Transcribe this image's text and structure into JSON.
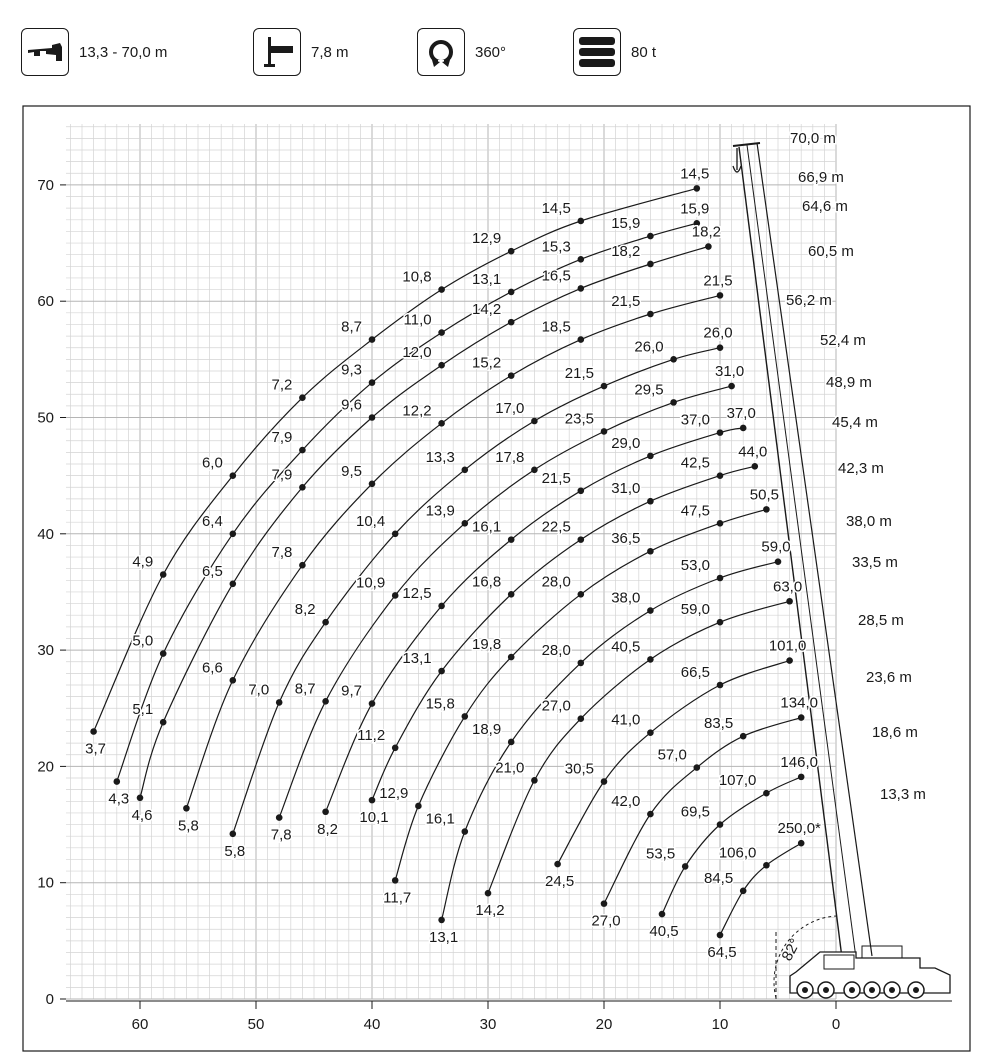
{
  "header": {
    "specs": [
      {
        "icon": "telescopic-boom-icon",
        "label": "13,3 - 70,0 m"
      },
      {
        "icon": "outrigger-icon",
        "label": "7,8 m"
      },
      {
        "icon": "rotation-360-icon",
        "label": "360°"
      },
      {
        "icon": "counterweight-icon",
        "label": "80 t"
      }
    ]
  },
  "chart_data": {
    "type": "line",
    "title": "",
    "xlabel": "",
    "ylabel": "",
    "xlim": [
      65,
      -2
    ],
    "ylim": [
      0,
      75
    ],
    "x_ticks": [
      "60",
      "50",
      "40",
      "30",
      "20",
      "10",
      "0"
    ],
    "y_ticks": [
      "0",
      "10",
      "20",
      "30",
      "40",
      "50",
      "60",
      "70"
    ],
    "grid": true,
    "boom_angle_label": "82°",
    "boom_lengths": [
      "70,0 m",
      "66,9 m",
      "64,6 m",
      "60,5 m",
      "56,2 m",
      "52,4 m",
      "48,9 m",
      "45,4 m",
      "42,3 m",
      "38,0 m",
      "33,5 m",
      "28,5 m",
      "23,6 m",
      "18,6 m",
      "13,3 m"
    ],
    "series": [
      {
        "boom": "70,0 m",
        "points": [
          {
            "x": 64,
            "y": 23,
            "label": "3,7"
          },
          {
            "x": 58,
            "y": 36.5,
            "label": "4,9"
          },
          {
            "x": 52,
            "y": 45,
            "label": "6,0"
          },
          {
            "x": 46,
            "y": 51.7,
            "label": "7,2"
          },
          {
            "x": 40,
            "y": 56.7,
            "label": "8,7"
          },
          {
            "x": 34,
            "y": 61,
            "label": "10,8"
          },
          {
            "x": 28,
            "y": 64.3,
            "label": "12,9"
          },
          {
            "x": 22,
            "y": 66.9,
            "label": "14,5"
          },
          {
            "x": 12,
            "y": 69.7,
            "label": "14,5"
          }
        ]
      },
      {
        "boom": "66,9 m",
        "points": [
          {
            "x": 62,
            "y": 18.7,
            "label": "4,3"
          },
          {
            "x": 58,
            "y": 29.7,
            "label": "5,0"
          },
          {
            "x": 52,
            "y": 40,
            "label": "6,4"
          },
          {
            "x": 46,
            "y": 47.2,
            "label": "7,9"
          },
          {
            "x": 40,
            "y": 53,
            "label": "9,3"
          },
          {
            "x": 34,
            "y": 57.3,
            "label": "11,0"
          },
          {
            "x": 28,
            "y": 60.8,
            "label": "13,1"
          },
          {
            "x": 22,
            "y": 63.6,
            "label": "15,3"
          },
          {
            "x": 16,
            "y": 65.6,
            "label": "15,9"
          },
          {
            "x": 12,
            "y": 66.7,
            "label": "15,9"
          }
        ]
      },
      {
        "boom": "64,6 m",
        "points": [
          {
            "x": 60,
            "y": 17.3,
            "label": "4,6"
          },
          {
            "x": 58,
            "y": 23.8,
            "label": "5,1"
          },
          {
            "x": 52,
            "y": 35.7,
            "label": "6,5"
          },
          {
            "x": 46,
            "y": 44,
            "label": "7,9"
          },
          {
            "x": 40,
            "y": 50,
            "label": "9,6"
          },
          {
            "x": 34,
            "y": 54.5,
            "label": "12,0"
          },
          {
            "x": 28,
            "y": 58.2,
            "label": "14,2"
          },
          {
            "x": 22,
            "y": 61.1,
            "label": "16,5"
          },
          {
            "x": 16,
            "y": 63.2,
            "label": "18,2"
          },
          {
            "x": 11,
            "y": 64.7,
            "label": "18,2"
          }
        ]
      },
      {
        "boom": "60,5 m",
        "points": [
          {
            "x": 56,
            "y": 16.4,
            "label": "5,8"
          },
          {
            "x": 52,
            "y": 27.4,
            "label": "6,6"
          },
          {
            "x": 46,
            "y": 37.3,
            "label": "7,8"
          },
          {
            "x": 40,
            "y": 44.3,
            "label": "9,5"
          },
          {
            "x": 34,
            "y": 49.5,
            "label": "12,2"
          },
          {
            "x": 28,
            "y": 53.6,
            "label": "15,2"
          },
          {
            "x": 22,
            "y": 56.7,
            "label": "18,5"
          },
          {
            "x": 16,
            "y": 58.9,
            "label": "21,5"
          },
          {
            "x": 10,
            "y": 60.5,
            "label": "21,5"
          }
        ]
      },
      {
        "boom": "56,2 m",
        "points": [
          {
            "x": 52,
            "y": 14.2,
            "label": "5,8"
          },
          {
            "x": 48,
            "y": 25.5,
            "label": "7,0"
          },
          {
            "x": 44,
            "y": 32.4,
            "label": "8,2"
          },
          {
            "x": 38,
            "y": 40,
            "label": "10,4"
          },
          {
            "x": 32,
            "y": 45.5,
            "label": "13,3"
          },
          {
            "x": 26,
            "y": 49.7,
            "label": "17,0"
          },
          {
            "x": 20,
            "y": 52.7,
            "label": "21,5"
          },
          {
            "x": 14,
            "y": 55,
            "label": "26,0"
          },
          {
            "x": 10,
            "y": 56,
            "label": "26,0"
          }
        ]
      },
      {
        "boom": "52,4 m",
        "points": [
          {
            "x": 48,
            "y": 15.6,
            "label": "7,8"
          },
          {
            "x": 44,
            "y": 25.6,
            "label": "8,7"
          },
          {
            "x": 38,
            "y": 34.7,
            "label": "10,9"
          },
          {
            "x": 32,
            "y": 40.9,
            "label": "13,9"
          },
          {
            "x": 26,
            "y": 45.5,
            "label": "17,8"
          },
          {
            "x": 20,
            "y": 48.8,
            "label": "23,5"
          },
          {
            "x": 14,
            "y": 51.3,
            "label": "29,5"
          },
          {
            "x": 9,
            "y": 52.7,
            "label": "31,0"
          }
        ]
      },
      {
        "boom": "48,9 m",
        "points": [
          {
            "x": 44,
            "y": 16.1,
            "label": "8,2"
          },
          {
            "x": 40,
            "y": 25.4,
            "label": "9,7"
          },
          {
            "x": 34,
            "y": 33.8,
            "label": "12,5"
          },
          {
            "x": 28,
            "y": 39.5,
            "label": "16,1"
          },
          {
            "x": 22,
            "y": 43.7,
            "label": "21,5"
          },
          {
            "x": 16,
            "y": 46.7,
            "label": "29,0"
          },
          {
            "x": 10,
            "y": 48.7,
            "label": "37,0"
          },
          {
            "x": 8,
            "y": 49.1,
            "label": "37,0"
          }
        ]
      },
      {
        "boom": "45,4 m",
        "points": [
          {
            "x": 40,
            "y": 17.1,
            "label": "10,1"
          },
          {
            "x": 38,
            "y": 21.6,
            "label": "11,2"
          },
          {
            "x": 34,
            "y": 28.2,
            "label": "13,1"
          },
          {
            "x": 28,
            "y": 34.8,
            "label": "16,8"
          },
          {
            "x": 22,
            "y": 39.5,
            "label": "22,5"
          },
          {
            "x": 16,
            "y": 42.8,
            "label": "31,0"
          },
          {
            "x": 10,
            "y": 45,
            "label": "42,5"
          },
          {
            "x": 7,
            "y": 45.8,
            "label": "44,0"
          }
        ]
      },
      {
        "boom": "42,3 m",
        "points": [
          {
            "x": 38,
            "y": 10.2,
            "label": "11,7"
          },
          {
            "x": 36,
            "y": 16.6,
            "label": "12,9"
          },
          {
            "x": 32,
            "y": 24.3,
            "label": "15,8"
          },
          {
            "x": 28,
            "y": 29.4,
            "label": "19,8"
          },
          {
            "x": 22,
            "y": 34.8,
            "label": "28,0"
          },
          {
            "x": 16,
            "y": 38.5,
            "label": "36,5"
          },
          {
            "x": 10,
            "y": 40.9,
            "label": "47,5"
          },
          {
            "x": 6,
            "y": 42.1,
            "label": "50,5"
          }
        ]
      },
      {
        "boom": "38,0 m",
        "points": [
          {
            "x": 34,
            "y": 6.8,
            "label": "13,1"
          },
          {
            "x": 32,
            "y": 14.4,
            "label": "16,1"
          },
          {
            "x": 28,
            "y": 22.1,
            "label": "18,9"
          },
          {
            "x": 22,
            "y": 28.9,
            "label": "28,0"
          },
          {
            "x": 16,
            "y": 33.4,
            "label": "38,0"
          },
          {
            "x": 10,
            "y": 36.2,
            "label": "53,0"
          },
          {
            "x": 5,
            "y": 37.6,
            "label": "59,0"
          }
        ]
      },
      {
        "boom": "33,5 m",
        "points": [
          {
            "x": 30,
            "y": 9.1,
            "label": "14,2"
          },
          {
            "x": 26,
            "y": 18.8,
            "label": "21,0"
          },
          {
            "x": 22,
            "y": 24.1,
            "label": "27,0"
          },
          {
            "x": 16,
            "y": 29.2,
            "label": "40,5"
          },
          {
            "x": 10,
            "y": 32.4,
            "label": "59,0"
          },
          {
            "x": 4,
            "y": 34.2,
            "label": "63,0"
          }
        ]
      },
      {
        "boom": "28,5 m",
        "points": [
          {
            "x": 24,
            "y": 11.6,
            "label": "24,5"
          },
          {
            "x": 20,
            "y": 18.7,
            "label": "30,5"
          },
          {
            "x": 16,
            "y": 22.9,
            "label": "41,0"
          },
          {
            "x": 10,
            "y": 27,
            "label": "66,5"
          },
          {
            "x": 4,
            "y": 29.1,
            "label": "101,0"
          }
        ]
      },
      {
        "boom": "23,6 m",
        "points": [
          {
            "x": 20,
            "y": 8.2,
            "label": "27,0"
          },
          {
            "x": 16,
            "y": 15.9,
            "label": "42,0"
          },
          {
            "x": 12,
            "y": 19.9,
            "label": "57,0"
          },
          {
            "x": 8,
            "y": 22.6,
            "label": "83,5"
          },
          {
            "x": 3,
            "y": 24.2,
            "label": "134,0"
          }
        ]
      },
      {
        "boom": "18,6 m",
        "points": [
          {
            "x": 15,
            "y": 7.3,
            "label": "40,5"
          },
          {
            "x": 13,
            "y": 11.4,
            "label": "53,5"
          },
          {
            "x": 10,
            "y": 15,
            "label": "69,5"
          },
          {
            "x": 6,
            "y": 17.7,
            "label": "107,0"
          },
          {
            "x": 3,
            "y": 19.1,
            "label": "146,0"
          }
        ]
      },
      {
        "boom": "13,3 m",
        "points": [
          {
            "x": 10,
            "y": 5.5,
            "label": "64,5"
          },
          {
            "x": 8,
            "y": 9.3,
            "label": "84,5"
          },
          {
            "x": 6,
            "y": 11.5,
            "label": "106,0"
          },
          {
            "x": 3,
            "y": 13.4,
            "label": "250,0*"
          }
        ]
      }
    ]
  }
}
